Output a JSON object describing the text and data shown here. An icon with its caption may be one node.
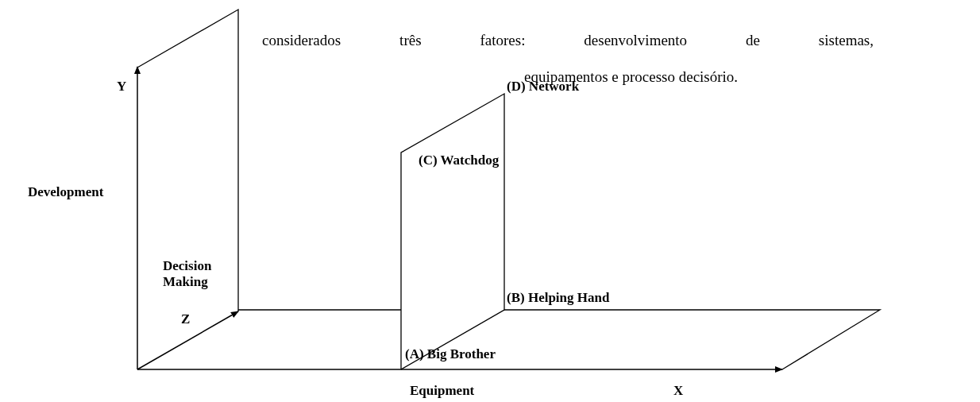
{
  "diagram": {
    "labels": [
      "considerados três fatores: desenvolvimento de sistemas,",
      "equipamentos e processo decisório.",
      "(D) Network",
      "Y",
      "(C) Watchdog",
      "Development",
      "Decision Making",
      "(B) Helping Hand",
      "Z",
      "(A) Big Brother",
      "Equipment",
      "X"
    ]
  }
}
